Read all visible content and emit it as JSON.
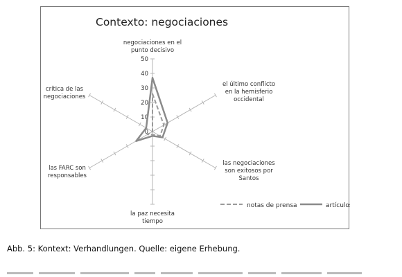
{
  "chart_data": {
    "type": "radar",
    "title": "Contexto: negociaciones",
    "axes": [
      "negociaciones en el punto decisivo",
      "el último conflicto en la hemisferio occidental",
      "las negociaciones son exitosos por Santos",
      "la paz necesita tiempo",
      "las FARC son responsables",
      "crítica de las negociaciones"
    ],
    "axis_labels": [
      [
        "negociaciones en el",
        "punto decisivo"
      ],
      [
        "el último conflicto",
        "en la hemisferio",
        "occidental"
      ],
      [
        "las negociaciones",
        "son exitosos por",
        "Santos"
      ],
      [
        "la paz necesita",
        "tiempo"
      ],
      [
        "las FARC son",
        "responsables"
      ],
      [
        "crítica de las",
        "negociaciones"
      ]
    ],
    "ticks": [
      "0",
      "10",
      "20",
      "30",
      "40",
      "50"
    ],
    "rmax": 50,
    "series": [
      {
        "name": "notas de prensa",
        "style": "dashed",
        "color": "#9a9a9a",
        "values": [
          26,
          9,
          6,
          2,
          4,
          0
        ]
      },
      {
        "name": "artículos",
        "style": "solid",
        "color": "#8a8a8a",
        "values": [
          37,
          12,
          8,
          3,
          13,
          5
        ]
      }
    ],
    "grid": true,
    "legend_position": "bottom-right"
  },
  "caption": "Abb. 5: Kontext: Verhandlungen. Quelle: eigene Erhebung."
}
